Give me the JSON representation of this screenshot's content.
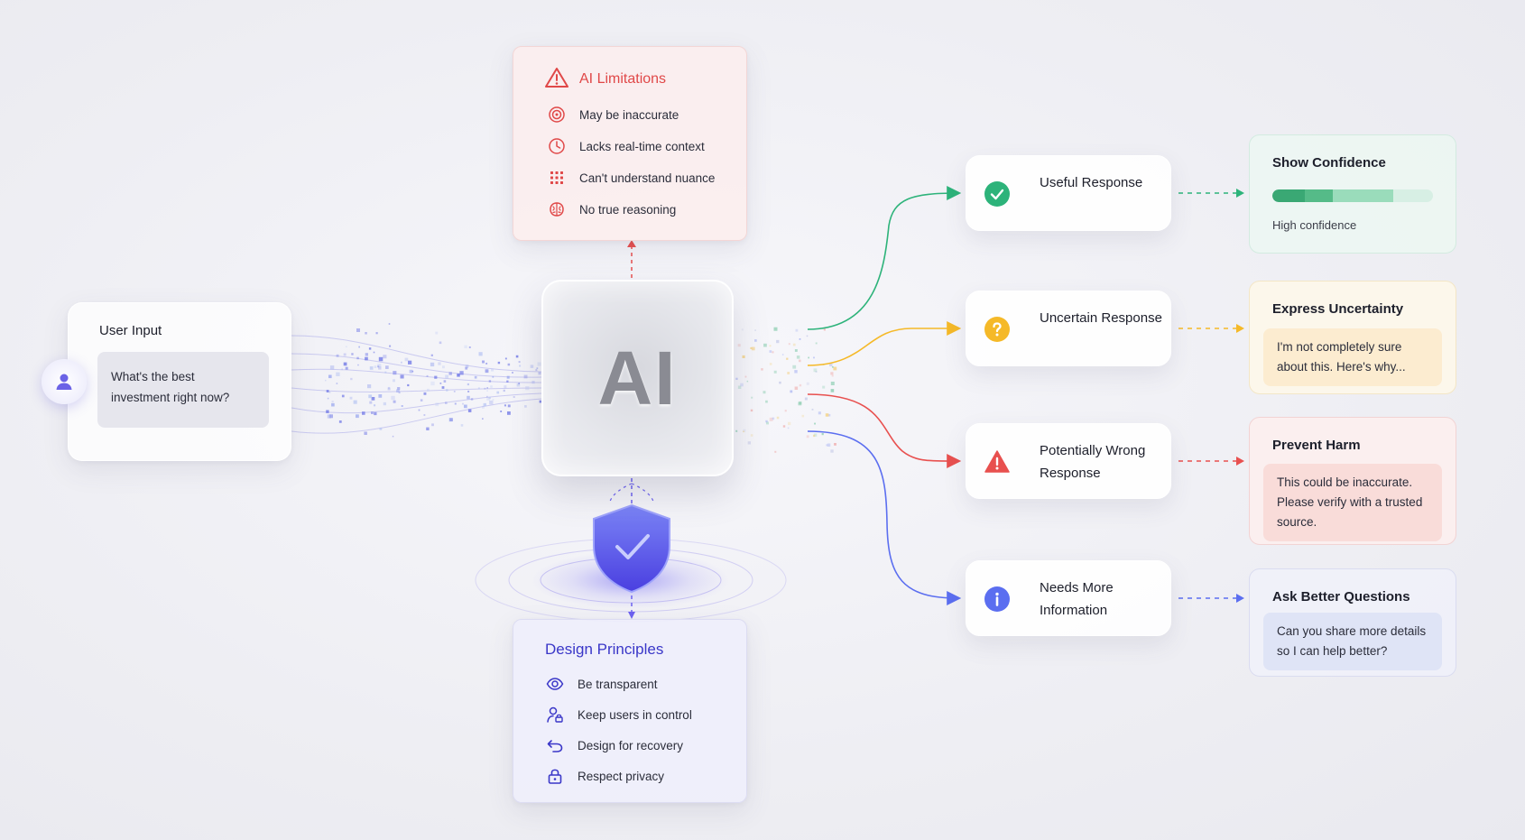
{
  "user_input": {
    "title": "User Input",
    "message": "What's the best investment right now?"
  },
  "ai": {
    "label": "AI"
  },
  "limitations": {
    "title": "AI Limitations",
    "items": [
      {
        "label": "May be inaccurate",
        "icon": "target-icon"
      },
      {
        "label": "Lacks real-time context",
        "icon": "clock-icon"
      },
      {
        "label": "Can't understand nuance",
        "icon": "dot-grid-icon"
      },
      {
        "label": "No true reasoning",
        "icon": "brain-icon"
      }
    ]
  },
  "principles": {
    "title": "Design Principles",
    "items": [
      {
        "label": "Be transparent",
        "icon": "eye-icon"
      },
      {
        "label": "Keep users in control",
        "icon": "user-control-icon"
      },
      {
        "label": "Design for recovery",
        "icon": "undo-icon"
      },
      {
        "label": "Respect privacy",
        "icon": "lock-icon"
      }
    ]
  },
  "responses": [
    {
      "label": "Useful Response",
      "icon": "check-icon",
      "color": "#2db37a"
    },
    {
      "label": "Uncertain Response",
      "icon": "question-icon",
      "color": "#f5b928"
    },
    {
      "label": "Potentially Wrong Response",
      "icon": "warning-icon",
      "color": "#e8504f"
    },
    {
      "label": "Needs More Information",
      "icon": "info-icon",
      "color": "#5b6ef0"
    }
  ],
  "outcomes": {
    "confidence": {
      "title": "Show Confidence",
      "caption": "High confidence",
      "level": 0.75
    },
    "uncertainty": {
      "title": "Express Uncertainty",
      "message": "I'm not completely sure about this. Here's why..."
    },
    "harm": {
      "title": "Prevent Harm",
      "message": "This could be inaccurate. Please verify with a trusted source."
    },
    "ask": {
      "title": "Ask Better Questions",
      "message": "Can you share more details so I can help better?"
    }
  },
  "colors": {
    "limitation_red": "#e04848",
    "principle_indigo": "#3a37c8",
    "shield_blue": "#5a52e8"
  }
}
